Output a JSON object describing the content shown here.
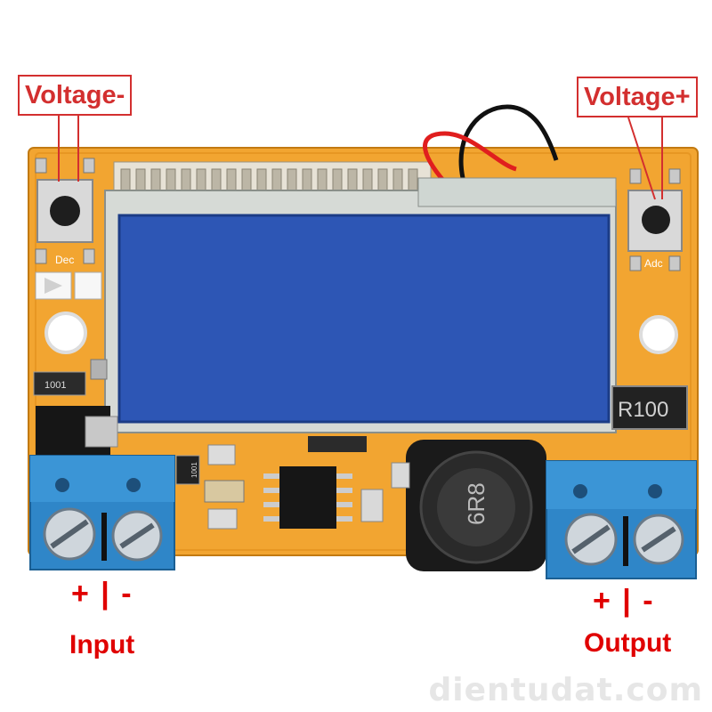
{
  "labels": {
    "voltage_minus": "Voltage-",
    "voltage_plus": "Voltage+",
    "input_polarity": "+ | -",
    "input": "Input",
    "output_polarity": "+ | -",
    "output": "Output"
  },
  "board_markings": {
    "dec": "Dec",
    "adc": "Adc",
    "resistor_small": "1001",
    "resistor_sense": "R100",
    "inductor": "6R8",
    "resistor_right": "1001"
  },
  "watermark": "dientudat.com",
  "colors": {
    "pcb": "#f2a531",
    "lcd": "#2d56b5",
    "terminal": "#2f86c8",
    "label_red": "#e00000"
  }
}
